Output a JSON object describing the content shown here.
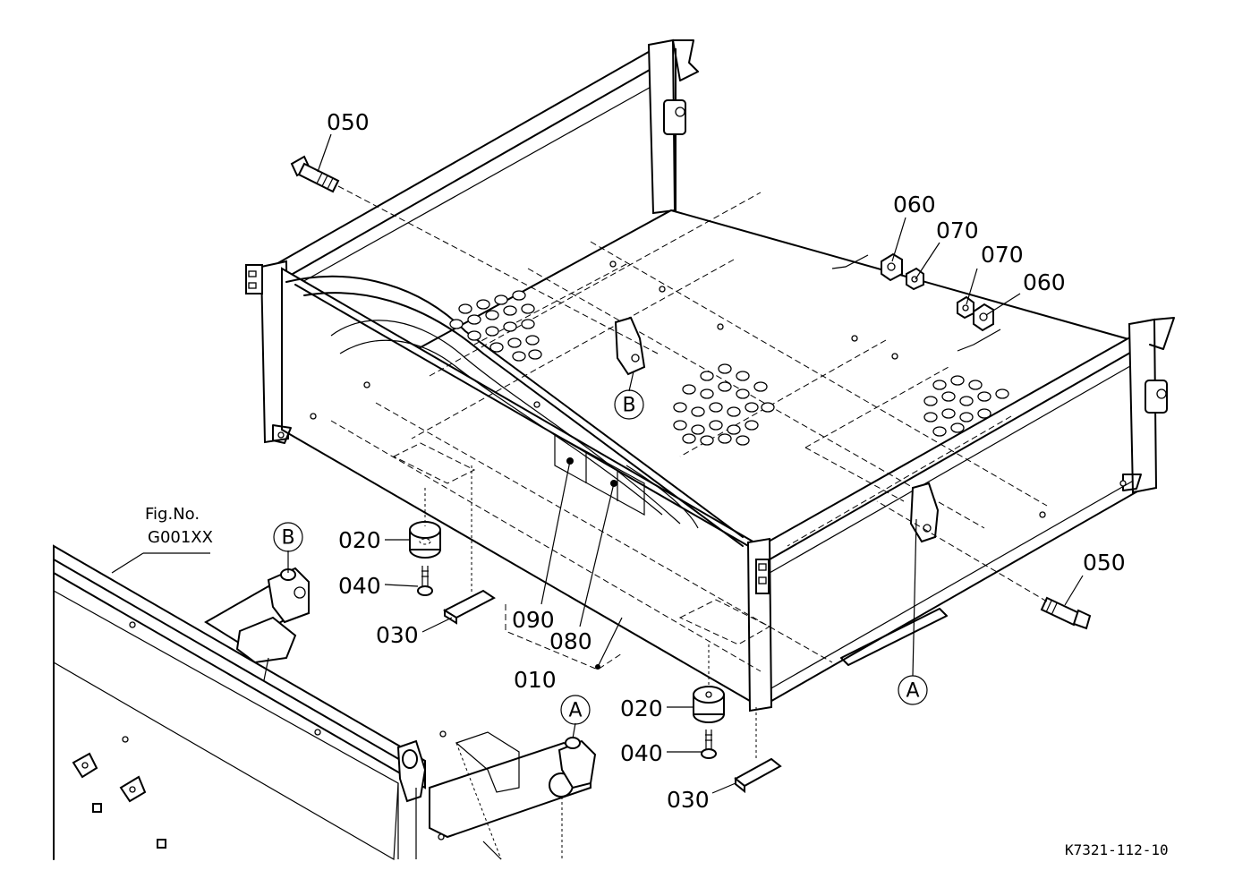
{
  "figure": {
    "drawing_code": "K7321-112-10",
    "reference": {
      "line1": "Fig.No.",
      "line2": "G001XX"
    }
  },
  "callouts": {
    "bolt_top": "050",
    "bolt_right": "050",
    "nut_060_a": "060",
    "nut_070_a": "070",
    "nut_070_b": "070",
    "nut_060_b": "060",
    "cushion_left": "020",
    "cushion_right": "020",
    "screw_left": "040",
    "screw_right": "040",
    "plate_left": "030",
    "plate_right": "030",
    "label_090": "090",
    "label_080": "080",
    "deck_010": "010"
  },
  "markers": {
    "b_deck": "B",
    "b_frame": "B",
    "a_deck": "A",
    "a_frame": "A"
  }
}
